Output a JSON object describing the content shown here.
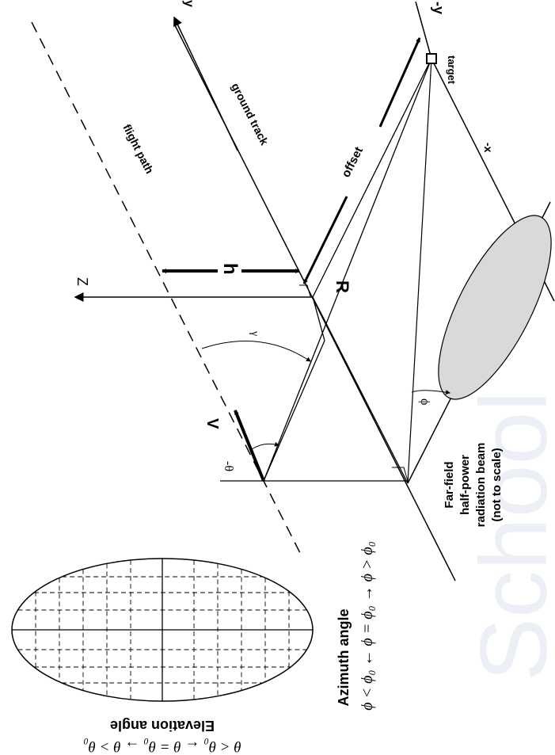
{
  "watermark": {
    "text": "School",
    "color": "#c9d6e6"
  },
  "labels": {
    "y_axis": "y",
    "neg_y_axis": "-y",
    "target": "target",
    "ground_track": "ground track",
    "flight_path": "flight path",
    "offset": "offset",
    "z_axis": "Z",
    "h": "h",
    "R": "R",
    "neg_x": "-x",
    "gamma": "γ",
    "velocity": "V",
    "theta": "-θ",
    "phi": "ϕ",
    "beam_line1": "Far-field",
    "beam_line2": "half-power",
    "beam_line3": "radiation beam",
    "beam_line4": "(not to scale)",
    "azimuth_title": "Azimuth angle",
    "azimuth_relation": "ϕ < ϕ₀ ← ϕ = ϕ₀ → ϕ > ϕ₀",
    "elevation_title": "Elevation angle",
    "elevation_relation": "θ < θ₀ ← θ = θ₀ → θ > θ₀"
  },
  "colors": {
    "line": "#000000",
    "beam_fill": "#d9d9d9",
    "grid": "#000000"
  }
}
